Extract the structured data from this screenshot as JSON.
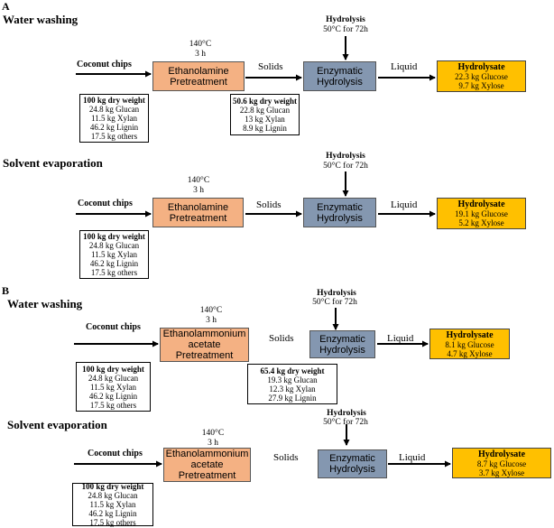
{
  "panels": [
    {
      "letter": "A",
      "rows": [
        {
          "title": "Water washing",
          "conditions": [
            "140°C",
            "3 h"
          ],
          "feed": "Coconut chips",
          "pretreatment": [
            "Ethanolamine",
            "Pretreatment"
          ],
          "flow1": "Solids",
          "hydrolysis_label": "Hydrolysis",
          "hydrolysis_cond": "50°C for 72h",
          "enzymatic": [
            "Enzymatic",
            "Hydrolysis"
          ],
          "flow2": "Liquid",
          "product": {
            "title": "Hydrolysate",
            "lines": [
              "22.3 kg Glucose",
              "9.7 kg Xylose"
            ]
          },
          "feed_comp": {
            "title": "100 kg dry weight",
            "lines": [
              "24.8 kg Glucan",
              "11.5 kg Xylan",
              "46.2 kg Lignin",
              "17.5 kg others"
            ]
          },
          "solids_comp": {
            "title": "50.6 kg dry weight",
            "lines": [
              "22.8 kg Glucan",
              "13 kg Xylan",
              "8.9 kg Lignin"
            ]
          }
        },
        {
          "title": "Solvent evaporation",
          "conditions": [
            "140°C",
            "3 h"
          ],
          "feed": "Coconut chips",
          "pretreatment": [
            "Ethanolamine",
            "Pretreatment"
          ],
          "flow1": "Solids",
          "hydrolysis_label": "Hydrolysis",
          "hydrolysis_cond": "50°C for 72h",
          "enzymatic": [
            "Enzymatic",
            "Hydrolysis"
          ],
          "flow2": "Liquid",
          "product": {
            "title": "Hydrolysate",
            "lines": [
              "19.1 kg Glucose",
              "5.2 kg Xylose"
            ]
          },
          "feed_comp": {
            "title": "100 kg dry weight",
            "lines": [
              "24.8 kg Glucan",
              "11.5 kg Xylan",
              "46.2 kg Lignin",
              "17.5 kg others"
            ]
          }
        }
      ]
    },
    {
      "letter": "B",
      "rows": [
        {
          "title": "Water washing",
          "conditions": [
            "140°C",
            "3 h"
          ],
          "feed": "Coconut chips",
          "pretreatment": [
            "Ethanolammonium",
            "acetate",
            "Pretreatment"
          ],
          "flow1": "Solids",
          "hydrolysis_label": "Hydrolysis",
          "hydrolysis_cond": "50°C for 72h",
          "enzymatic": [
            "Enzymatic",
            "Hydrolysis"
          ],
          "flow2": "Liquid",
          "product": {
            "title": "Hydrolysate",
            "lines": [
              "8.1 kg Glucose",
              "4.7 kg Xylose"
            ]
          },
          "feed_comp": {
            "title": "100 kg dry weight",
            "lines": [
              "24.8 kg Glucan",
              "11.5 kg Xylan",
              "46.2 kg Lignin",
              "17.5 kg others"
            ]
          },
          "solids_comp": {
            "title": "65.4 kg dry weight",
            "lines": [
              "19.3 kg Glucan",
              "12.3 kg Xylan",
              "27.9 kg Lignin"
            ]
          }
        },
        {
          "title": "Solvent evaporation",
          "conditions": [
            "140°C",
            "3 h"
          ],
          "feed": "Coconut chips",
          "pretreatment": [
            "Ethanolammonium",
            "acetate",
            "Pretreatment"
          ],
          "flow1": "Solids",
          "hydrolysis_label": "Hydrolysis",
          "hydrolysis_cond": "50°C for 72h",
          "enzymatic": [
            "Enzymatic",
            "Hydrolysis"
          ],
          "flow2": "Liquid",
          "product": {
            "title": "Hydrolysate",
            "lines": [
              "8.7 kg Glucose",
              "3.7 kg Xylose"
            ]
          },
          "feed_comp": {
            "title": "100 kg dry weight",
            "lines": [
              "24.8 kg Glucan",
              "11.5 kg Xylan",
              "46.2 kg Lignin",
              "17.5 kg others"
            ]
          }
        }
      ]
    }
  ],
  "colors": {
    "pretreatment": "#f4b183",
    "enzymatic": "#8497b0",
    "hydrolysate": "#ffc000"
  }
}
